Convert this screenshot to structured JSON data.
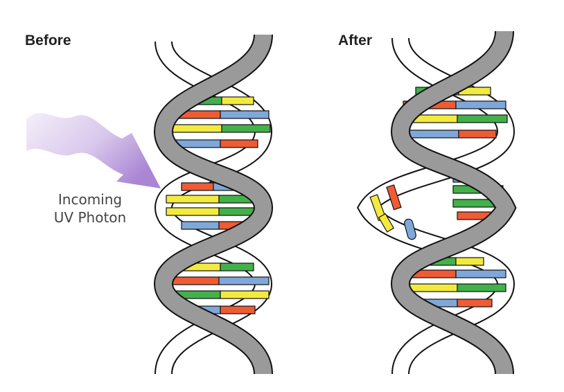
{
  "labels": {
    "before": "Before",
    "after": "After",
    "photon_line1": "Incoming",
    "photon_line2": "UV Photon"
  },
  "colors": {
    "backbone_front": "#9a9a9a",
    "backbone_back": "#ffffff",
    "outline": "#111111",
    "base_green": "#43b04a",
    "base_yellow": "#f3ea3f",
    "base_red": "#ee5b35",
    "base_blue": "#7fa8d8",
    "photon_start": "#f2ecf8",
    "photon_end": "#b08fd6"
  },
  "icons": {
    "dna_before": "double-helix-intact",
    "dna_after": "double-helix-damaged",
    "photon": "wavy-uv-arrow"
  }
}
